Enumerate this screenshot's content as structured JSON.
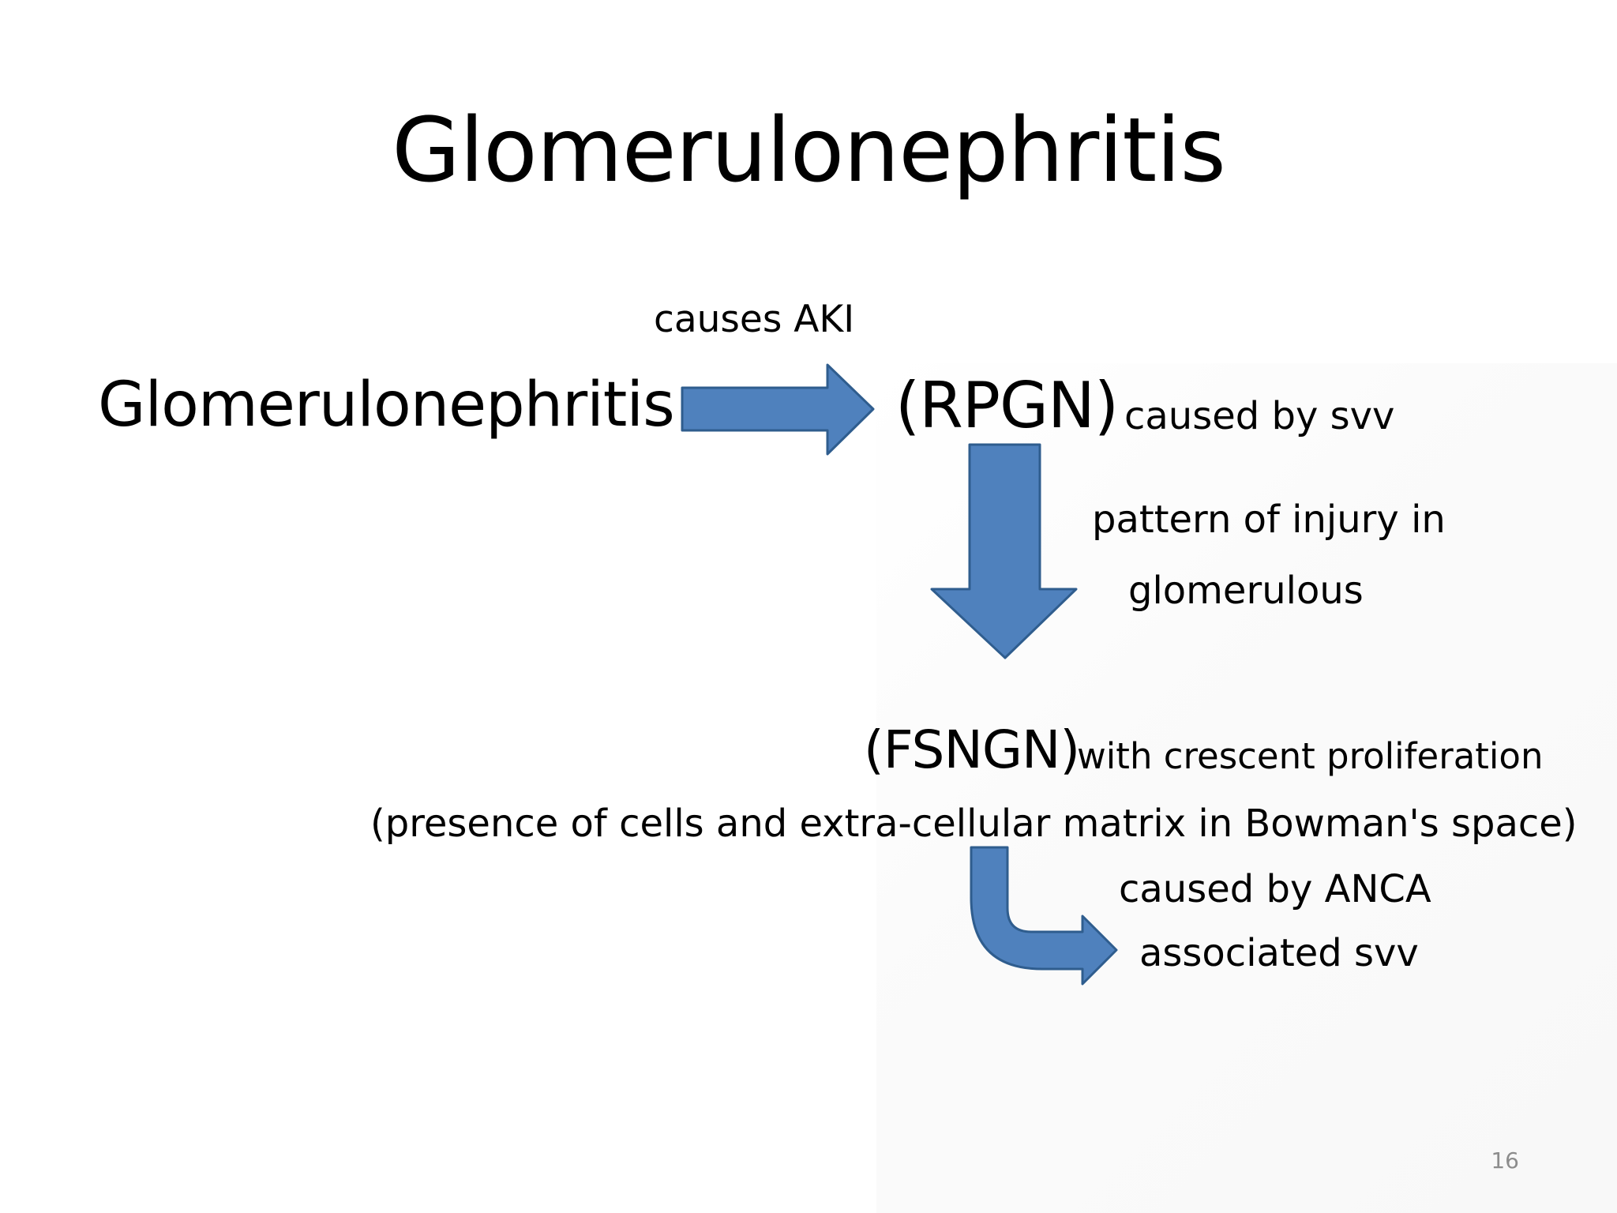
{
  "slide": {
    "title": "Glomerulonephritis",
    "number": "16"
  },
  "diagram": {
    "arrow_label_top": "causes AKI",
    "left_term": "Glomerulonephritis",
    "rpgn": "(RPGN)",
    "rpgn_note": "caused by svv",
    "down_label_line1": "pattern of injury in",
    "down_label_line2": "glomerulous",
    "fsngn": "(FSNGN)",
    "fsngn_note": "with crescent proliferation",
    "fsngn_detail": "(presence of cells and extra-cellular matrix in Bowman's space)",
    "bent_label_line1": "caused by ANCA",
    "bent_label_line2": "associated svv"
  },
  "colors": {
    "arrow_fill": "#4f81bd",
    "arrow_stroke": "#2f5d8e",
    "page_number": "#8c8c8c"
  }
}
